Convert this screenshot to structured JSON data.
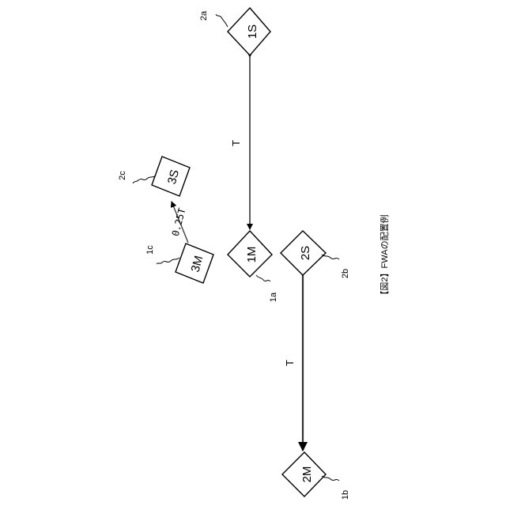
{
  "caption": "【図2】FWAの配置例",
  "nodes": {
    "n1S": {
      "label": "1S",
      "ref": "2a"
    },
    "n1M": {
      "label": "1M",
      "ref": "1a"
    },
    "n2S": {
      "label": "2S",
      "ref": "2b"
    },
    "n2M": {
      "label": "2M",
      "ref": "1b"
    },
    "n3S": {
      "label": "3S",
      "ref": "2c"
    },
    "n3M": {
      "label": "3M",
      "ref": "1c"
    }
  },
  "links": {
    "link1": {
      "label": "T"
    },
    "link2": {
      "label": "T"
    },
    "link3": {
      "label": "0.25T"
    }
  }
}
